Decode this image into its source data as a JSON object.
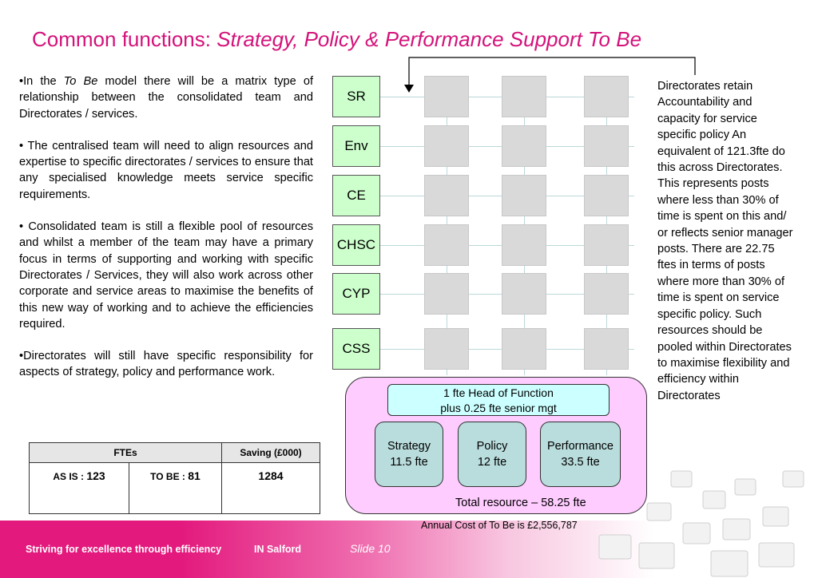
{
  "title": {
    "main": "Common functions: ",
    "italic": "Strategy, Policy & Performance Support To Be"
  },
  "bullets": {
    "b1_pre": "•In the ",
    "b1_em": "To Be",
    "b1_post": " model there will be a matrix type of relationship between the consolidated team and Directorates / services.",
    "b2": "• The centralised team will need to align resources and expertise to specific directorates / services to ensure that any specialised knowledge meets service specific requirements.",
    "b3": "• Consolidated team is still a flexible pool of resources and whilst a member of the team may have a primary focus in terms of supporting and working with specific Directorates / Services, they will also work across other corporate and service areas to maximise the benefits of this new way of working and to achieve the efficiencies required.",
    "b4": "•Directorates will still have specific responsibility for aspects of strategy, policy and performance work."
  },
  "table": {
    "h1": "FTEs",
    "h2": "Saving (£000)",
    "as_is_label": "AS IS : ",
    "as_is_value": "123",
    "to_be_label": "TO BE : ",
    "to_be_value": "81",
    "saving": "1284"
  },
  "directorates": [
    "SR",
    "Env",
    "CE",
    "CHSC",
    "CYP",
    "CSS"
  ],
  "head_of_function": {
    "line1": "1 fte Head of Function",
    "line2": "plus 0.25 fte senior mgt"
  },
  "units": [
    {
      "name": "Strategy",
      "fte": "11.5 fte"
    },
    {
      "name": "Policy",
      "fte": "12 fte"
    },
    {
      "name": "Performance",
      "fte": "33.5 fte"
    }
  ],
  "total": "Total resource – 58.25 fte",
  "annual": "Annual Cost of To Be is £2,556,787",
  "right_text": "Directorates retain Accountability and capacity for service specific policy  An equivalent of 121.3fte do this across Directorates. This represents posts where less than 30% of time is spent on this and/ or reflects senior manager posts. There are 22.75 ftes in terms of posts where more than 30% of time is spent on service specific policy. Such resources should be pooled within Directorates to maximise flexibility and efficiency within Directorates",
  "footer": {
    "tagline": "Striving for excellence through efficiency",
    "org": "IN Salford",
    "slide": "Slide 10"
  },
  "colors": {
    "title": "#d4127a",
    "directorate_box": "#ccffcc",
    "pool_box": "#ffccff",
    "head_box": "#ccffff",
    "unit_box": "#b9dcdc",
    "footer": "#e3197d"
  }
}
